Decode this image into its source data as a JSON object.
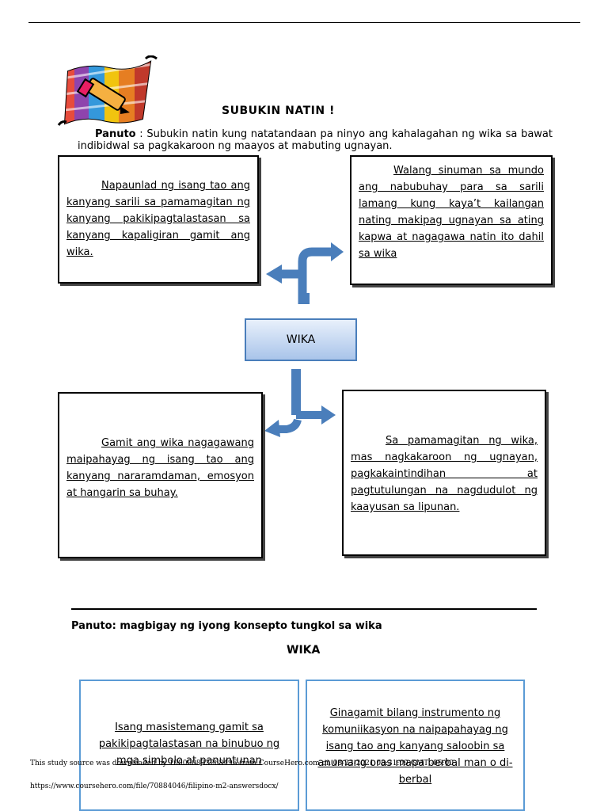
{
  "header": {
    "title": "SUBUKIN NATIN !",
    "panuto_label": "Panuto",
    "panuto_text": " : Subukin natin kung natatandaan pa ninyo ang kahalagahan ng wika sa bawat indibidwal sa pagkakaroon ng maayos at mabuting  ugnayan."
  },
  "diagram": {
    "center_label": "WIKA",
    "top_left": "Napaunlad ng isang tao ang kanyang sarili sa pamamagitan ng kanyang pakikipagtalastasan sa kanyang kapaligiran gamit ang wika.",
    "top_right": "Walang sinuman sa mundo ang nabubuhay para sa sarili lamang kung kaya’t kailangan nating makipag ugnayan sa ating kapwa at nagagawa natin ito dahil sa wika",
    "bottom_left": "Gamit ang wika nagagawang maipahayag ng isang tao ang kanyang nararamdaman, emosyon at hangarin sa buhay.",
    "bottom_right": "Sa pamamagitan ng wika, mas nagkakaroon ng ugnayan, pagkakaintindihan at pagtutulungan na nagdudulot ng kaayusan sa lipunan."
  },
  "section2": {
    "instruction": "Panuto: magbigay ng iyong konsepto tungkol sa wika",
    "heading": "WIKA",
    "box_left": "Isang masistemang gamit sa pakikipagtalastasan na binubuo ng mga simbolo at panuntunan",
    "box_right": "Ginagamit bilang instrumento ng komuniikasyon na naipapahayag ng isang tao ang kanyang saloobin sa anumang oras mapa berbal man o di-berbal"
  },
  "footer": {
    "line1": "This study source was downloaded by 100000833268496 from CourseHero.com on 08-23-2021 08:31:09 GMT -05:00",
    "line2": "https://www.coursehero.com/file/70884046/filipino-m2-answersdocx/"
  },
  "colors": {
    "arrow": "#4a7ebb",
    "box_border_blue": "#5b9bd5"
  },
  "icons": [
    "pencil-banner-icon"
  ]
}
